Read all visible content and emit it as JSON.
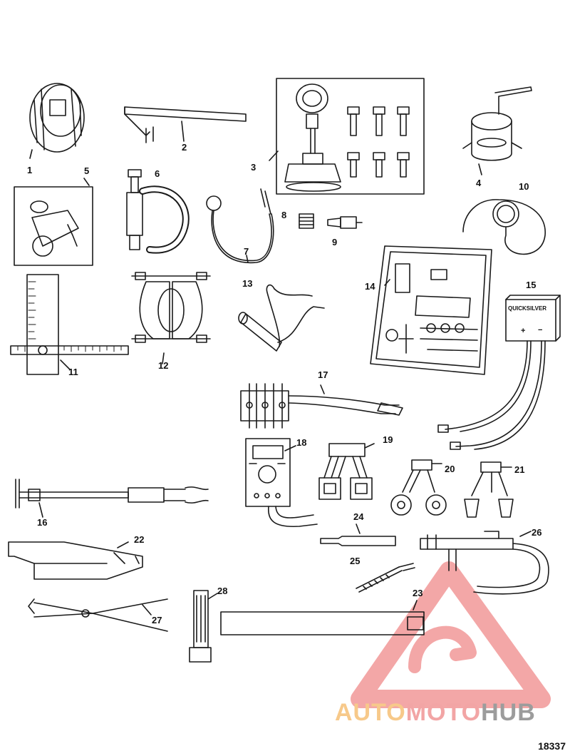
{
  "callouts": {
    "c1": "1",
    "c2": "2",
    "c3": "3",
    "c4": "4",
    "c5": "5",
    "c6": "6",
    "c7": "7",
    "c8": "8",
    "c9": "9",
    "c10": "10",
    "c11": "11",
    "c12": "12",
    "c13": "13",
    "c14": "14",
    "c15": "15",
    "c16": "16",
    "c17": "17",
    "c18": "18",
    "c19": "19",
    "c20": "20",
    "c21": "21",
    "c22": "22",
    "c23": "23",
    "c24": "24",
    "c25": "25",
    "c26": "26",
    "c27": "27",
    "c28": "28"
  },
  "tool15": {
    "brand": "QUICKSILVER",
    "plus": "+",
    "minus": "−"
  },
  "figure_id": "18337",
  "watermark": {
    "part1": "AUTO",
    "part2": "MOTO",
    "part3": "HUB"
  },
  "colors": {
    "line": "#1a1a1a",
    "watermark_red": "#f08a8a",
    "watermark_orange": "#f7c98a",
    "watermark_gray": "#9c9c9c"
  }
}
